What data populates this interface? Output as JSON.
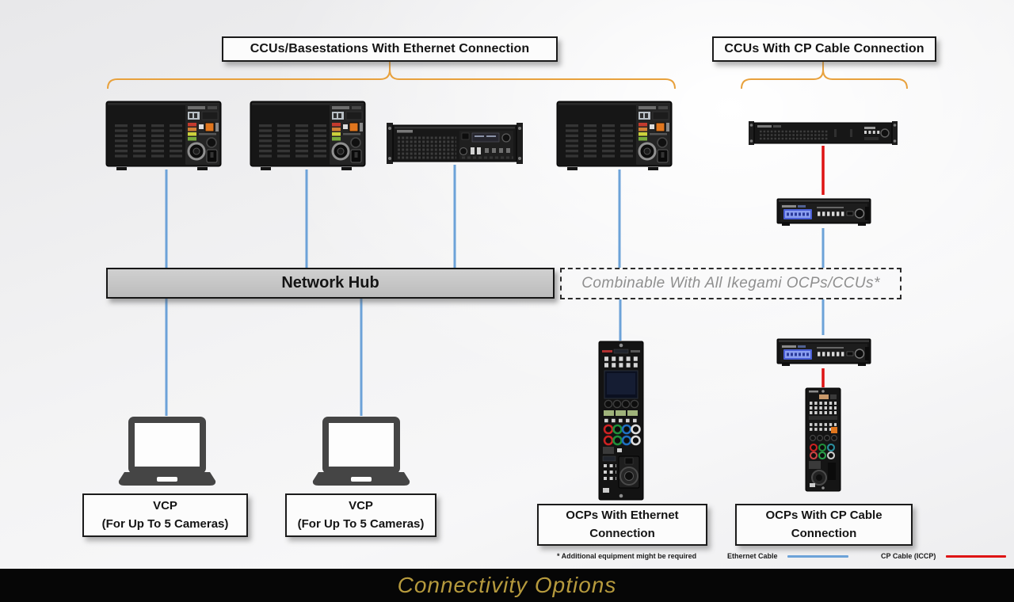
{
  "page": {
    "title": "Connectivity Options"
  },
  "group_labels": {
    "ethernet_ccus": "CCUs/Basestations With Ethernet Connection",
    "cp_ccus": "CCUs With CP Cable Connection"
  },
  "hub_label": "Network Hub",
  "combinable_label": "Combinable With All Ikegami OCPs/CCUs*",
  "vcp_boxes": [
    {
      "line1": "VCP",
      "line2": "(For Up To 5 Cameras)"
    },
    {
      "line1": "VCP",
      "line2": "(For Up To 5 Cameras)"
    }
  ],
  "ocp_labels": {
    "ethernet": "OCPs With Ethernet Connection",
    "cp": "OCPs With CP Cable Connection"
  },
  "footnote": "* Additional equipment might be required",
  "legend": {
    "ethernet_label": "Ethernet Cable",
    "cp_label": "CP Cable (ICCP)",
    "ethernet_color": "#6ca2d8",
    "cp_color": "#de1414"
  },
  "accents": {
    "brace_color": "#e8a13c",
    "title_color": "#b69a3d"
  }
}
